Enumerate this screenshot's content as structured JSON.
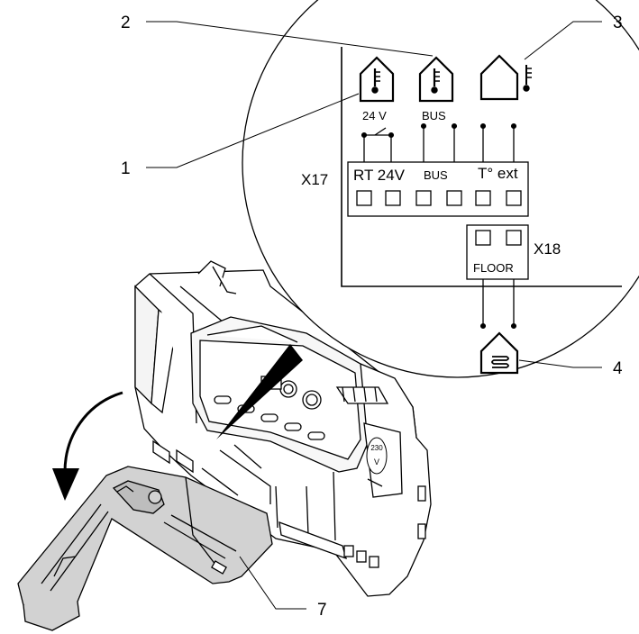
{
  "callouts": {
    "c1": "1",
    "c2": "2",
    "c3": "3",
    "c4": "4",
    "c7": "7"
  },
  "terminal_block": {
    "x17_label": "X17",
    "x18_label": "X18",
    "rt_label": "RT 24V",
    "bus_label": "BUS",
    "text_label": "T° ext",
    "floor_label": "FLOOR",
    "thermostat_24v_label": "24 V",
    "thermostat_bus_label": "BUS",
    "voltage_badge": "230 V"
  },
  "icons": [
    "room-thermostat-24v-icon",
    "room-thermostat-bus-icon",
    "outdoor-sensor-icon",
    "floor-heating-icon",
    "rotation-arrow-icon"
  ],
  "colors": {
    "line": "#000000",
    "cover_fill": "#d2d2d2",
    "background": "#ffffff"
  }
}
